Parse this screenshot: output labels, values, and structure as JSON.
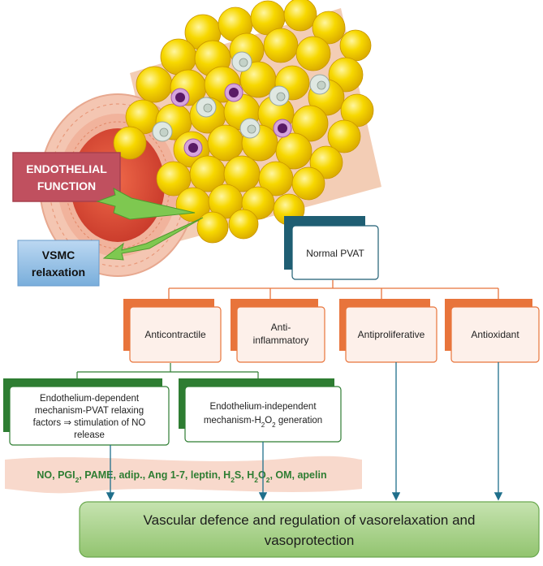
{
  "labels": {
    "endothelial": [
      "ENDOTHELIAL",
      "FUNCTION"
    ],
    "vsmc": [
      "VSMC",
      "relaxation"
    ]
  },
  "root": "Normal PVAT",
  "categories": [
    "Anticontractile",
    "Anti-inflammatory",
    "Antiproliferative",
    "Antioxidant"
  ],
  "mechanisms": {
    "dependent": [
      "Endothelium-dependent",
      "mechanism-PVAT relaxing",
      "factors ⇒ stimulation of NO",
      "release"
    ],
    "independent": [
      "Endothelium-independent",
      "mechanism-H",
      "2",
      "O",
      "2",
      " generation"
    ]
  },
  "factors": [
    "NO, PGI",
    "2",
    ", PAME, adip., Ang 1-7, leptin, H",
    "2",
    "S, H",
    "2",
    "O",
    "2",
    ", OM, apelin"
  ],
  "outcome": [
    "Vascular defence and regulation of vasorelaxation and",
    "vasoprotection"
  ],
  "colors": {
    "root_accent": "#1f5e73",
    "category_accent": "#e8743b",
    "mechanism_accent": "#2e7d32",
    "outcome_fill": "#a9d18e",
    "factor_band": "#f8d9cc",
    "endothelial_box": "#c0505f",
    "vsmc_box": "#9dc3e6",
    "fat_cell": "#f5d000",
    "arrow": "#1f6f8b"
  }
}
